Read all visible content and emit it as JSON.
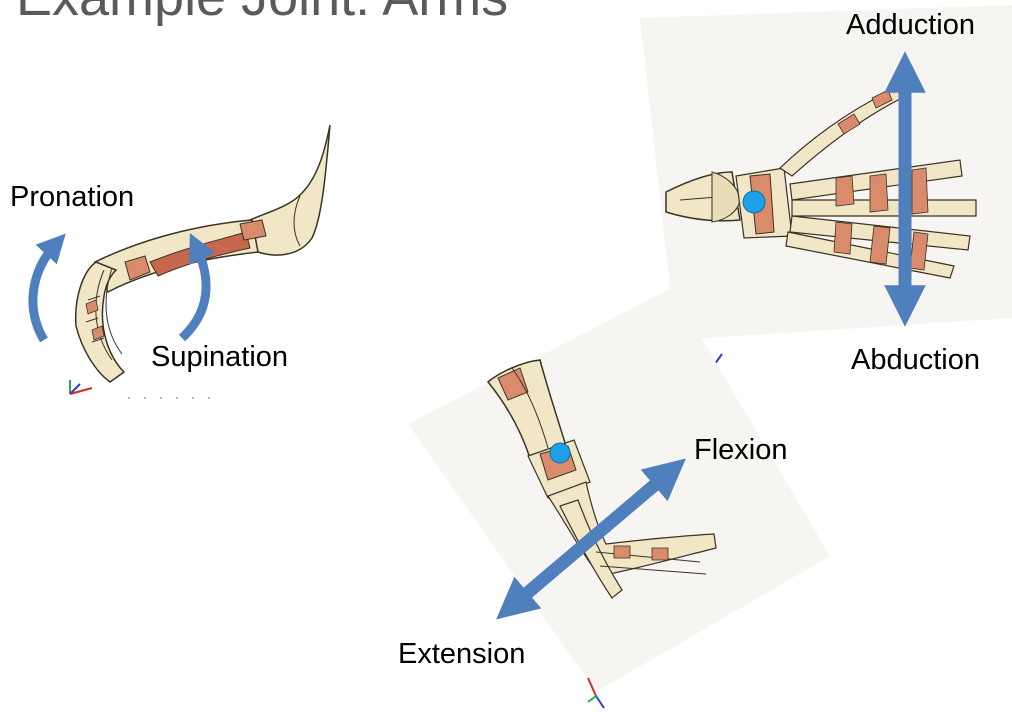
{
  "title": "Example Joint: Arms",
  "labels": {
    "pronation": "Pronation",
    "supination": "Supination",
    "adduction": "Adduction",
    "abduction": "Abduction",
    "flexion": "Flexion",
    "extension": "Extension"
  },
  "colors": {
    "arrow_fill": "#4f7fbd",
    "arrow_stroke": "#2e5a8e",
    "joint_marker": "#1ea1e6",
    "bone": "#f1e6c6",
    "bone_outline": "#3a3324",
    "ligament": "#d98b6c",
    "title_text": "#5a5a5a"
  },
  "icons": {
    "axis_triad": "xyz-axis-triad-icon"
  }
}
